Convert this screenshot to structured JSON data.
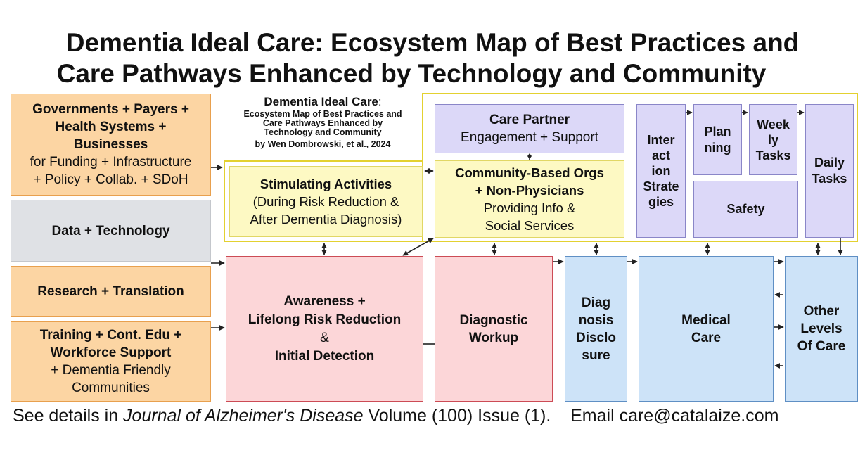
{
  "title": {
    "line1": "Dementia Ideal Care: Ecosystem Map of Best Practices and",
    "line2": "Care Pathways Enhanced by Technology and Community"
  },
  "inset": {
    "heading_bold": "Dementia Ideal Care",
    "heading_colon": ":",
    "subtitle_lines": [
      "Ecosystem Map of Best Practices and",
      "Care Pathways Enhanced by",
      "Technology and Community"
    ],
    "byline": "by Wen Dombrowski, et al., 2024"
  },
  "left": {
    "governments": {
      "bold_lines": [
        "Governments + Payers +",
        "Health Systems +",
        "Businesses"
      ],
      "lines": [
        "for Funding  + Infrastructure",
        "+ Policy + Collab. + SDoH"
      ]
    },
    "data": "Data + Technology",
    "research": "Research  +  Translation",
    "training": {
      "bold_lines": [
        "Training + Cont. Edu +",
        "Workforce Support"
      ],
      "lines": [
        "+ Dementia Friendly",
        "Communities"
      ]
    }
  },
  "stimulating": {
    "bold": "Stimulating Activities",
    "lines": [
      "(During Risk Reduction &",
      "After Dementia Diagnosis)"
    ]
  },
  "care_partner": {
    "bold": "Care Partner",
    "line": "Engagement  + Support"
  },
  "community": {
    "bold_lines": [
      "Community-Based Orgs",
      "+ Non-Physicians"
    ],
    "lines": [
      "Providing Info &",
      "Social Services"
    ]
  },
  "interaction": [
    "Inter",
    "act",
    "ion",
    "Strate",
    "gies"
  ],
  "planning": [
    "Plan",
    "ning"
  ],
  "weekly": [
    "Week",
    "ly",
    "Tasks"
  ],
  "daily": [
    "Daily",
    "Tasks"
  ],
  "safety": "Safety",
  "awareness": {
    "bold_line1": "Awareness +",
    "bold_line2": "Lifelong Risk Reduction",
    "amp": "&",
    "bold_line3": "Initial  Detection"
  },
  "diagnostic": [
    "Diagnostic",
    "Workup"
  ],
  "disclosure": [
    "Diag",
    "nosis",
    "Disclo",
    "sure"
  ],
  "medical": [
    "Medical",
    "Care"
  ],
  "other": [
    "Other",
    "Levels",
    "Of Care"
  ],
  "footer": {
    "prefix": "See details in ",
    "journal": "Journal of Alzheimer's Disease",
    "suffix": " Volume (100) Issue (1).    Email care@catalaize.com"
  },
  "colors": {
    "orange_fill": "#fcd5a3",
    "gray_fill": "#dfe1e5",
    "yellow_fill": "#fdf9c3",
    "purple_fill": "#dcd8f8",
    "red_fill": "#fcd6d8",
    "blue_fill": "#cde3f8",
    "yellow_outline": "#e3d130"
  }
}
